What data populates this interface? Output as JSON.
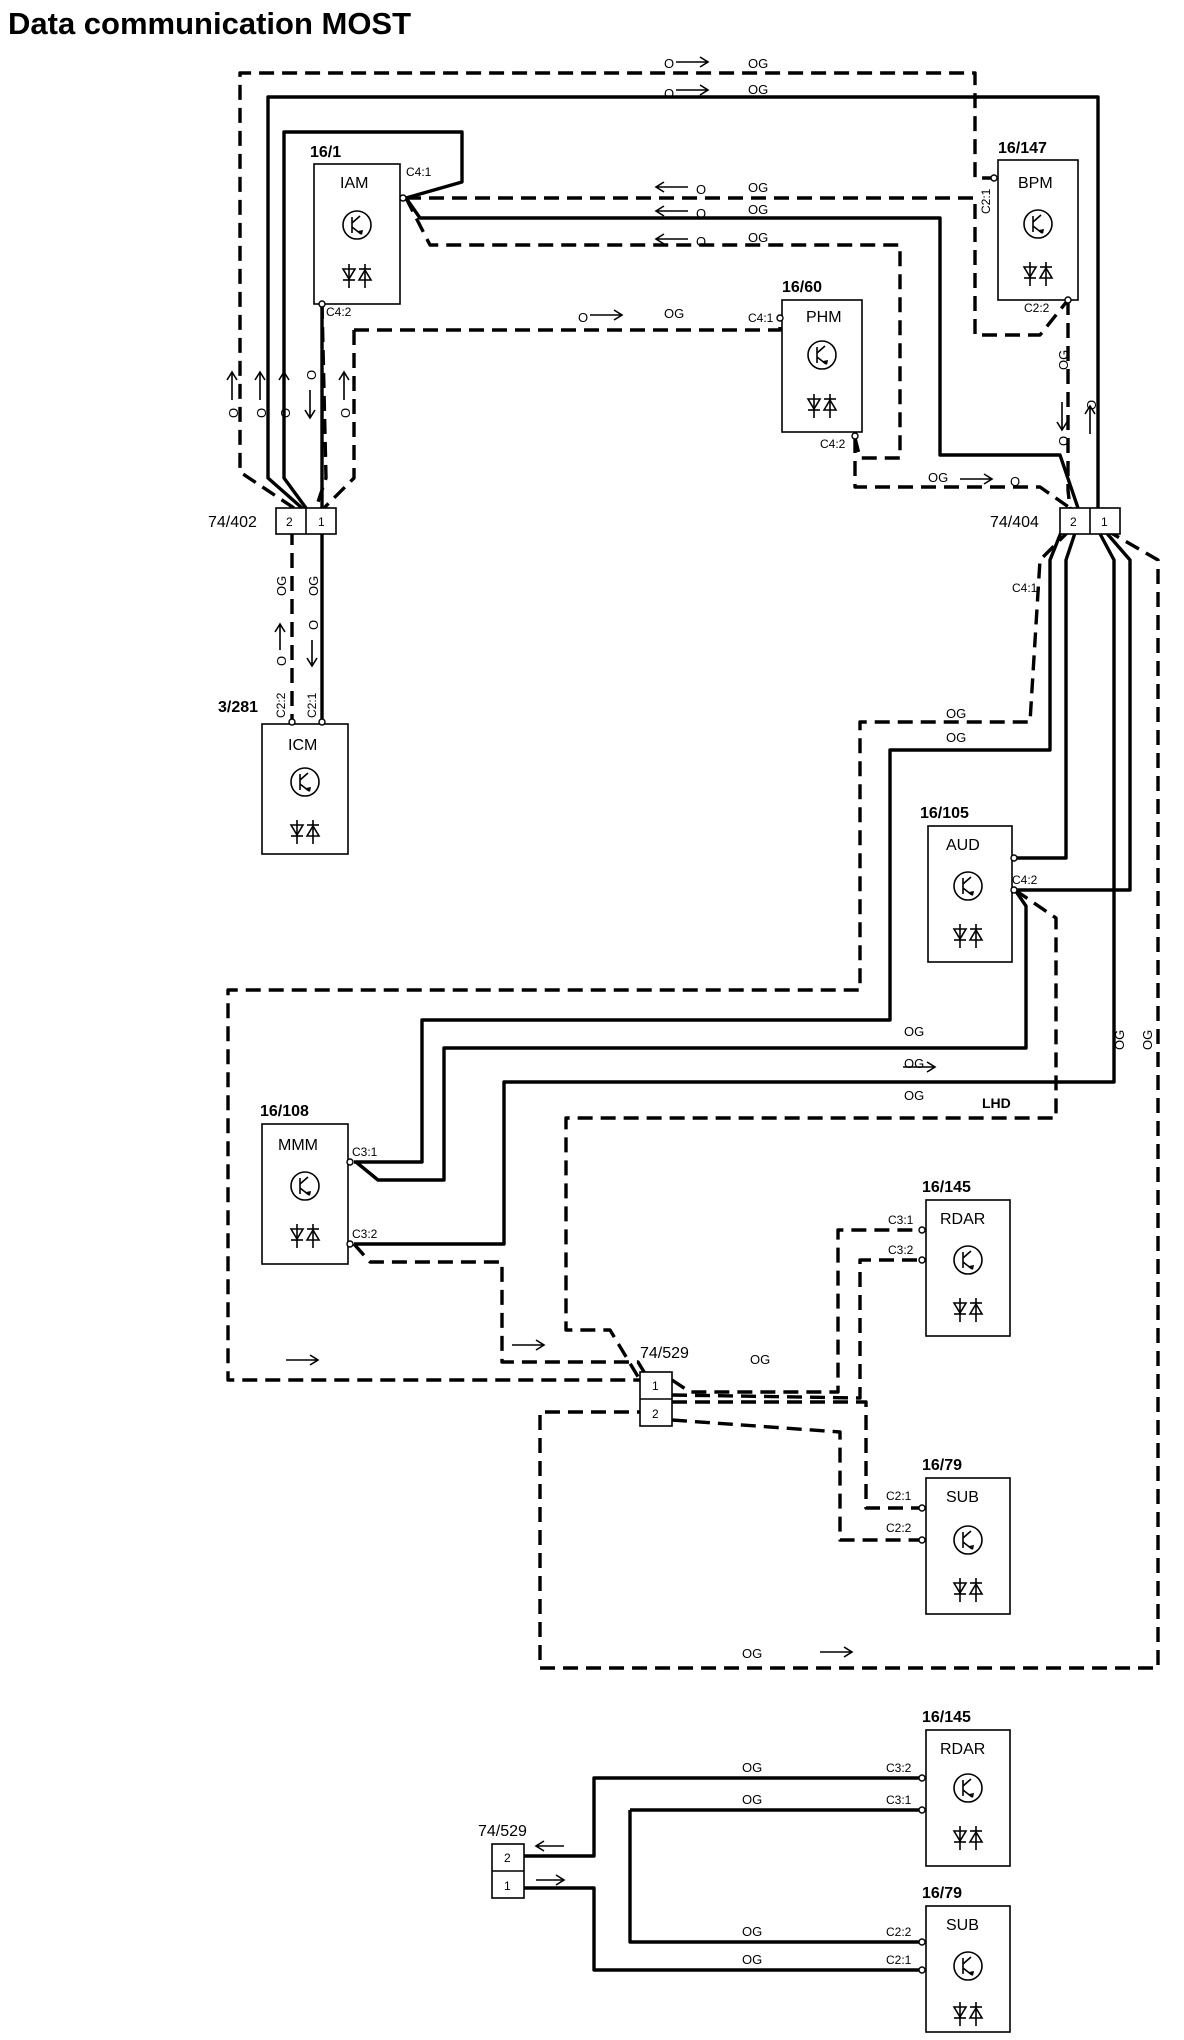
{
  "title": "Data communication MOST",
  "wire_color": "OG",
  "flow_mark": "O",
  "region_label": "LHD",
  "modules": {
    "iam": {
      "id": "16/1",
      "name": "IAM"
    },
    "bpm": {
      "id": "16/147",
      "name": "BPM"
    },
    "phm": {
      "id": "16/60",
      "name": "PHM"
    },
    "icm": {
      "id": "3/281",
      "name": "ICM"
    },
    "aud": {
      "id": "16/105",
      "name": "AUD"
    },
    "mmm": {
      "id": "16/108",
      "name": "MMM"
    },
    "rdar": {
      "id": "16/145",
      "name": "RDAR"
    },
    "sub": {
      "id": "16/79",
      "name": "SUB"
    },
    "rdar2": {
      "id": "16/145",
      "name": "RDAR"
    },
    "sub2": {
      "id": "16/79",
      "name": "SUB"
    }
  },
  "connectors": {
    "c402": {
      "id": "74/402",
      "pins": [
        "2",
        "1"
      ]
    },
    "c404": {
      "id": "74/404",
      "pins": [
        "2",
        "1"
      ]
    },
    "c529": {
      "id": "74/529",
      "pins": [
        "1",
        "2"
      ]
    },
    "c529b": {
      "id": "74/529",
      "pins": [
        "2",
        "1"
      ]
    }
  },
  "pins": {
    "c41": "C4:1",
    "c42": "C4:2",
    "c21": "C2:1",
    "c22": "C2:2",
    "c31": "C3:1",
    "c32": "C3:2"
  }
}
